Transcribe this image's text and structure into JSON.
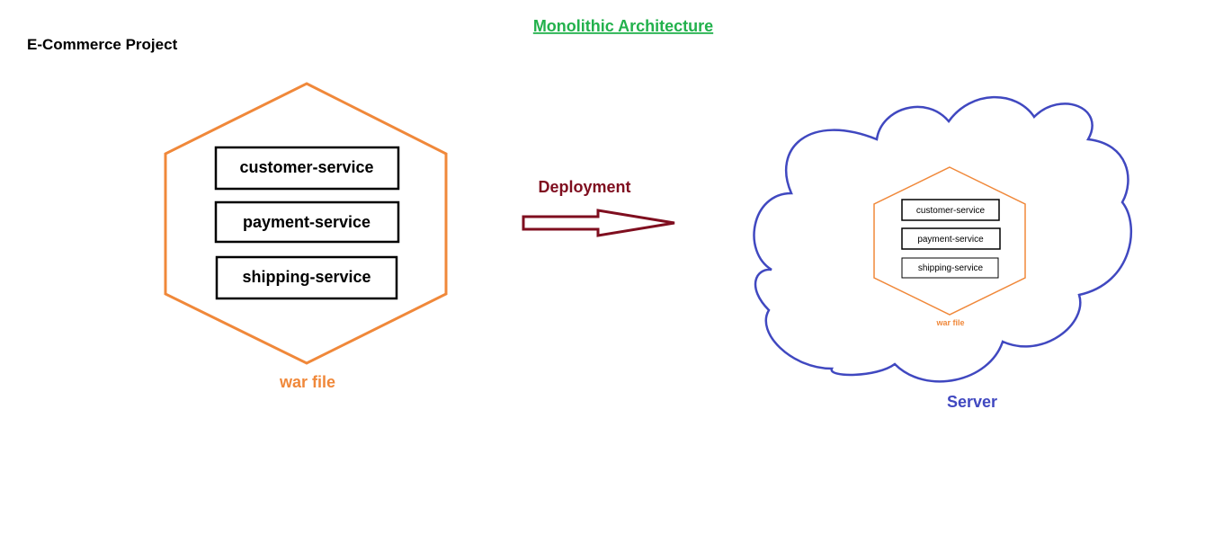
{
  "title": "Monolithic Architecture",
  "project_label": "E-Commerce Project",
  "deployment_label": "Deployment",
  "war_file": {
    "services": [
      "customer-service",
      "payment-service",
      "shipping-service"
    ],
    "label": "war file"
  },
  "server": {
    "label": "Server",
    "war_file_label": "war file",
    "services": [
      "customer-service",
      "payment-service",
      "shipping-service"
    ]
  },
  "colors": {
    "title": "#22b14c",
    "hexagon": "#f0883a",
    "arrow": "#7f0e1f",
    "cloud": "#4048c0",
    "text": "#000000"
  }
}
